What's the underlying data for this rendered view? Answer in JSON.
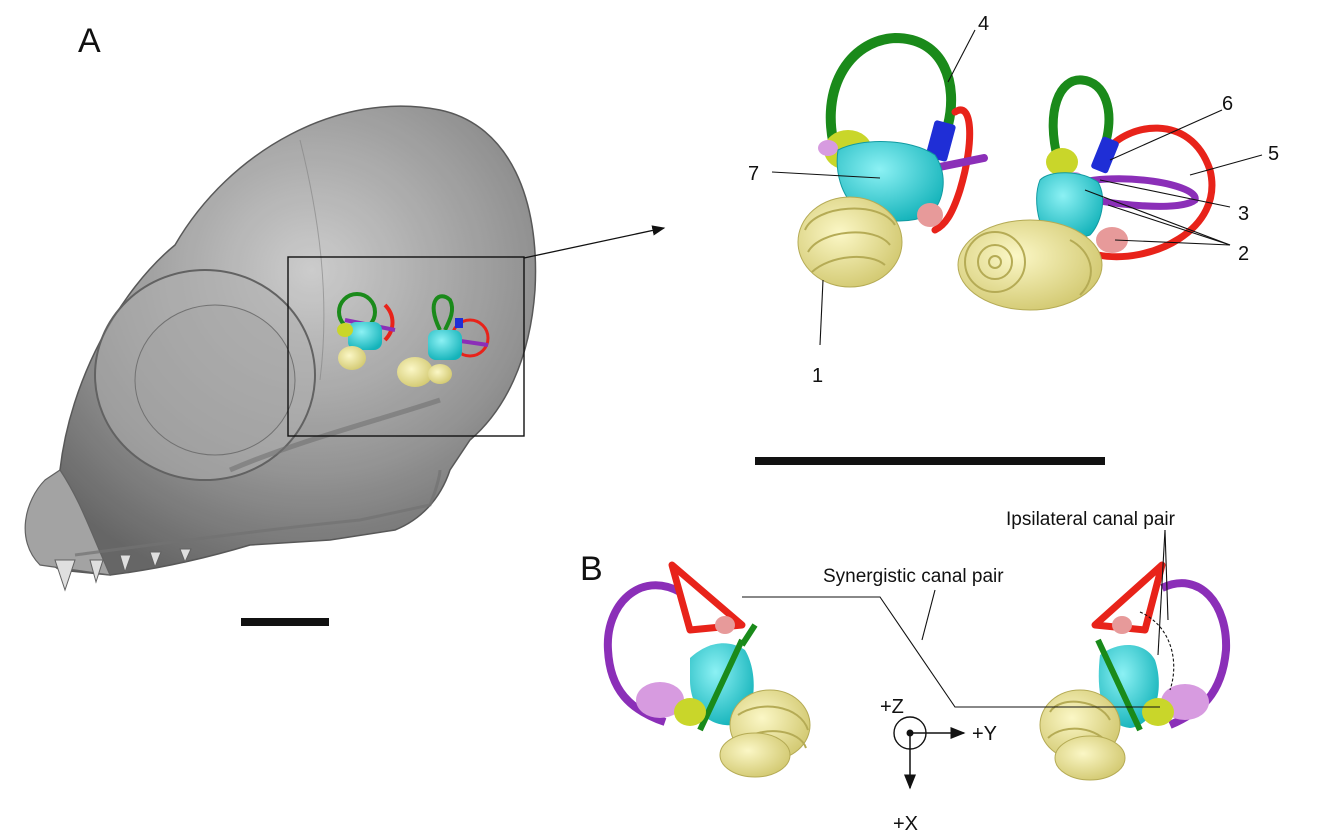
{
  "panels": {
    "a": {
      "letter": "A"
    },
    "b": {
      "letter": "B"
    }
  },
  "callouts": [
    "1",
    "2",
    "3",
    "4",
    "5",
    "6",
    "7"
  ],
  "annotations": {
    "ipsilateral": "Ipsilateral canal pair",
    "synergistic": "Synergistic canal pair"
  },
  "axes": {
    "z": "+Z",
    "y": "+Y",
    "x": "+X"
  },
  "colors": {
    "cochlea": "#ece79a",
    "vestibule": "#2fd3d9",
    "anterior_canal": "#1a8a1a",
    "posterior_canal": "#e8231a",
    "lateral_canal": "#8b2fb8",
    "common_crus": "#1f2ed6",
    "ampulla_pink": "#e79a9a",
    "ampulla_lilac": "#d79be0",
    "utricle": "#c9d62a"
  }
}
